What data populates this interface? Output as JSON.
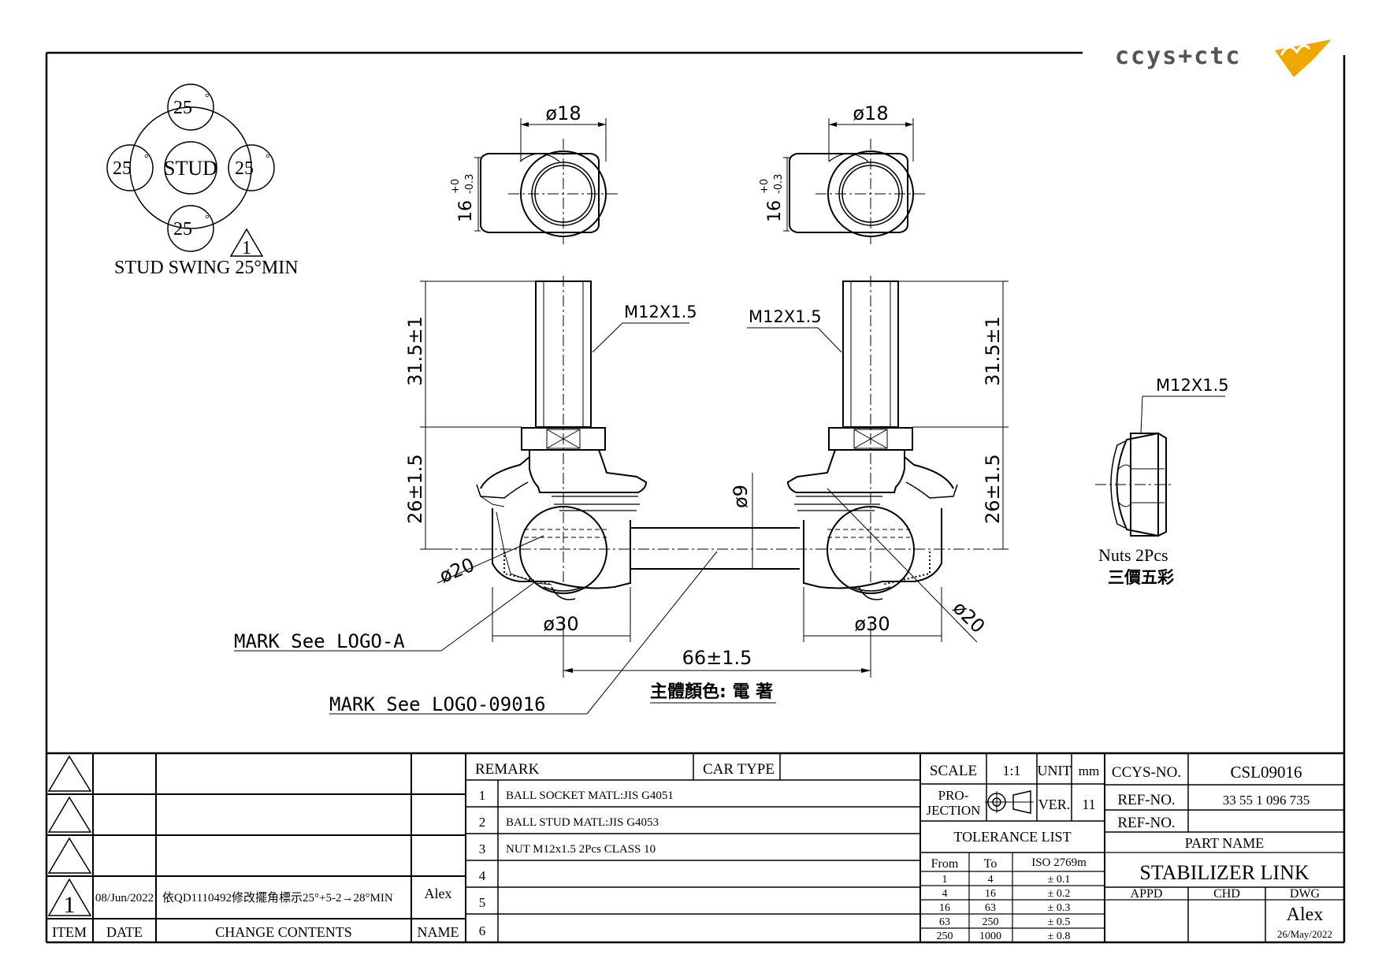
{
  "logo": {
    "text": "ccys+ctc",
    "accent_color": "#f0a800",
    "text_color": "#555555"
  },
  "swing": {
    "center_label": "STUD",
    "angle_value": "25",
    "degree_mark": "°",
    "revision_mark": "1",
    "caption": "STUD SWING 25°MIN"
  },
  "dimensions": {
    "left_top_dia": "ø18",
    "right_top_dia": "ø18",
    "left_hex": "16",
    "left_hex_tol_up": "+0",
    "left_hex_tol_dn": "-0.3",
    "right_hex": "16",
    "right_hex_tol_up": "+0",
    "right_hex_tol_dn": "-0.3",
    "left_thread": "M12X1.5",
    "right_thread": "M12X1.5",
    "nut_thread": "M12X1.5",
    "left_stud_len": "31.5±1",
    "right_stud_len": "31.5±1",
    "left_body_h": "26±1.5",
    "right_body_h": "26±1.5",
    "rod_dia": "ø9",
    "left_ball": "ø20",
    "right_ball": "ø20",
    "left_housing": "ø30",
    "right_housing": "ø30",
    "center_dist": "66±1.5"
  },
  "notes": {
    "mark_a": "MARK See LOGO-A",
    "mark_b": "MARK See LOGO-09016",
    "nuts": "Nuts 2Pcs",
    "nuts_color": "三價五彩",
    "body_color": "主體顏色: 電  著"
  },
  "revision_table": {
    "rows": [
      {
        "item": "",
        "date": "",
        "change": "",
        "name": ""
      },
      {
        "item": "",
        "date": "",
        "change": "",
        "name": ""
      },
      {
        "item": "",
        "date": "",
        "change": "",
        "name": ""
      },
      {
        "item": "1",
        "date": "08/Jun/2022",
        "change": "依QD1110492修改擺角標示25°+5-2→28°MIN",
        "name": "Alex"
      }
    ],
    "headers": {
      "item": "ITEM",
      "date": "DATE",
      "change": "CHANGE CONTENTS",
      "name": "NAME"
    }
  },
  "remarks": {
    "header": "REMARK",
    "car_type_label": "CAR TYPE",
    "car_type_value": "",
    "items": [
      {
        "no": "1",
        "text": "BALL SOCKET MATL:JIS G4051"
      },
      {
        "no": "2",
        "text": "BALL STUD MATL:JIS G4053"
      },
      {
        "no": "3",
        "text": "NUT M12x1.5 2Pcs CLASS 10"
      },
      {
        "no": "4",
        "text": ""
      },
      {
        "no": "5",
        "text": ""
      },
      {
        "no": "6",
        "text": ""
      }
    ]
  },
  "spec": {
    "scale_label": "SCALE",
    "scale_value": "1:1",
    "unit_label": "UNIT",
    "unit_value": "mm",
    "projection_label_1": "PRO-",
    "projection_label_2": "JECTION",
    "ver_label": "VER.",
    "ver_value": "11",
    "tolerance_title": "TOLERANCE LIST",
    "tol_headers": [
      "From",
      "To",
      "ISO 2769m"
    ],
    "tolerances": [
      [
        "1",
        "4",
        "± 0.1"
      ],
      [
        "4",
        "16",
        "± 0.2"
      ],
      [
        "16",
        "63",
        "± 0.3"
      ],
      [
        "63",
        "250",
        "± 0.5"
      ],
      [
        "250",
        "1000",
        "± 0.8"
      ]
    ]
  },
  "title_block": {
    "ccys_no_label": "CCYS-NO.",
    "ccys_no_value": "CSL09016",
    "ref_no_label": "REF-NO.",
    "ref_no_value": "33 55 1 096 735",
    "ref_no2_label": "REF-NO.",
    "ref_no2_value": "",
    "part_name_label": "PART NAME",
    "part_name_value": "STABILIZER LINK",
    "appd": "APPD",
    "chd": "CHD",
    "dwg": "DWG",
    "drawer": "Alex",
    "drawn_date": "26/May/2022"
  }
}
